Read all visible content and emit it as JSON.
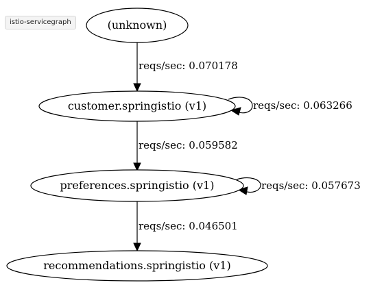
{
  "tab": {
    "label": "istio-servicegraph"
  },
  "graph": {
    "nodes": [
      {
        "id": "unknown",
        "label": "(unknown)"
      },
      {
        "id": "customer",
        "label": "customer.springistio (v1)"
      },
      {
        "id": "preferences",
        "label": "preferences.springistio (v1)"
      },
      {
        "id": "recommendations",
        "label": "recommendations.springistio (v1)"
      }
    ],
    "edges": [
      {
        "from": "unknown",
        "to": "customer",
        "label": "reqs/sec: 0.070178",
        "reqs_per_sec": 0.070178
      },
      {
        "from": "customer",
        "to": "customer",
        "label": "reqs/sec: 0.063266",
        "reqs_per_sec": 0.063266
      },
      {
        "from": "customer",
        "to": "preferences",
        "label": "reqs/sec: 0.059582",
        "reqs_per_sec": 0.059582
      },
      {
        "from": "preferences",
        "to": "preferences",
        "label": "reqs/sec: 0.057673",
        "reqs_per_sec": 0.057673
      },
      {
        "from": "preferences",
        "to": "recommendations",
        "label": "reqs/sec: 0.046501",
        "reqs_per_sec": 0.046501
      }
    ]
  }
}
